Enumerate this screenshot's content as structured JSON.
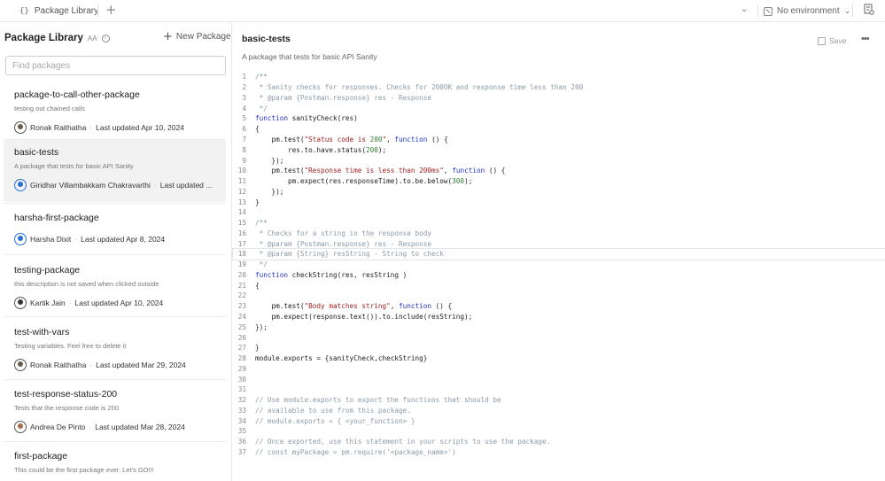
{
  "topbar": {
    "tab_label": "Package Library",
    "tab_icon": "{}",
    "env_label": "No environment"
  },
  "sidebar": {
    "title": "Package Library",
    "title_mini": "AA",
    "new_label": "New Package",
    "search_placeholder": "Find packages",
    "packages": [
      {
        "name": "package-to-call-other-package",
        "desc": "testing out chained calls",
        "author": "Ronak Raithatha",
        "updated": "Last updated Apr 10, 2024"
      },
      {
        "name": "basic-tests",
        "desc": "A package that tests for basic API Sanity",
        "author": "Giridhar Villambakkam Chakravarthi",
        "updated": "Last updated ..."
      },
      {
        "name": "harsha-first-package",
        "desc": "",
        "author": "Harsha Dixit",
        "updated": "Last updated Apr 8, 2024"
      },
      {
        "name": "testing-package",
        "desc": "this description is not saved when clicked outside",
        "author": "Kartik Jain",
        "updated": "Last updated Apr 10, 2024"
      },
      {
        "name": "test-with-vars",
        "desc": "Testing variables. Feel free to delete it",
        "author": "Ronak Raithatha",
        "updated": "Last updated Mar 29, 2024"
      },
      {
        "name": "test-response-status-200",
        "desc": "Tests that the response code is 200",
        "author": "Andrea De Pinto",
        "updated": "Last updated Mar 28, 2024"
      },
      {
        "name": "first-package",
        "desc": "This could be the first package ever. Let's GO!!!",
        "author": "",
        "updated": ""
      }
    ]
  },
  "main": {
    "title": "basic-tests",
    "desc": "A package that tests for basic API Sanity",
    "save_label": "Save",
    "more_label": "•••",
    "code_lines": [
      "/**",
      " * Sanity checks for responses. Checks for 200OK and response time less than 200",
      " * @param {Postman.response} res - Response",
      " */",
      "function sanityCheck(res)",
      "{",
      "    pm.test(\"Status code is 200\", function () {",
      "        res.to.have.status(200);",
      "    });",
      "    pm.test(\"Response time is less than 200ms\", function () {",
      "        pm.expect(res.responseTime).to.be.below(300);",
      "    });",
      "}",
      "",
      "/**",
      " * Checks for a string in the response body",
      " * @param {Postman.response} res - Response",
      " * @param {String} resString - String to check",
      " */",
      "function checkString(res, resString )",
      "{",
      "",
      "    pm.test(\"Body matches string\", function () {",
      "    pm.expect(response.text()).to.include(resString);",
      "});",
      "",
      "}",
      "module.exports = {sanityCheck,checkString}",
      "",
      "",
      "",
      "// Use module.exports to export the functions that should be",
      "// available to use from this package.",
      "// module.exports = { <your_function> }",
      "",
      "// Once exported, use this statement in your scripts to use the package.",
      "// const myPackage = pm.require('<package_name>')"
    ]
  }
}
